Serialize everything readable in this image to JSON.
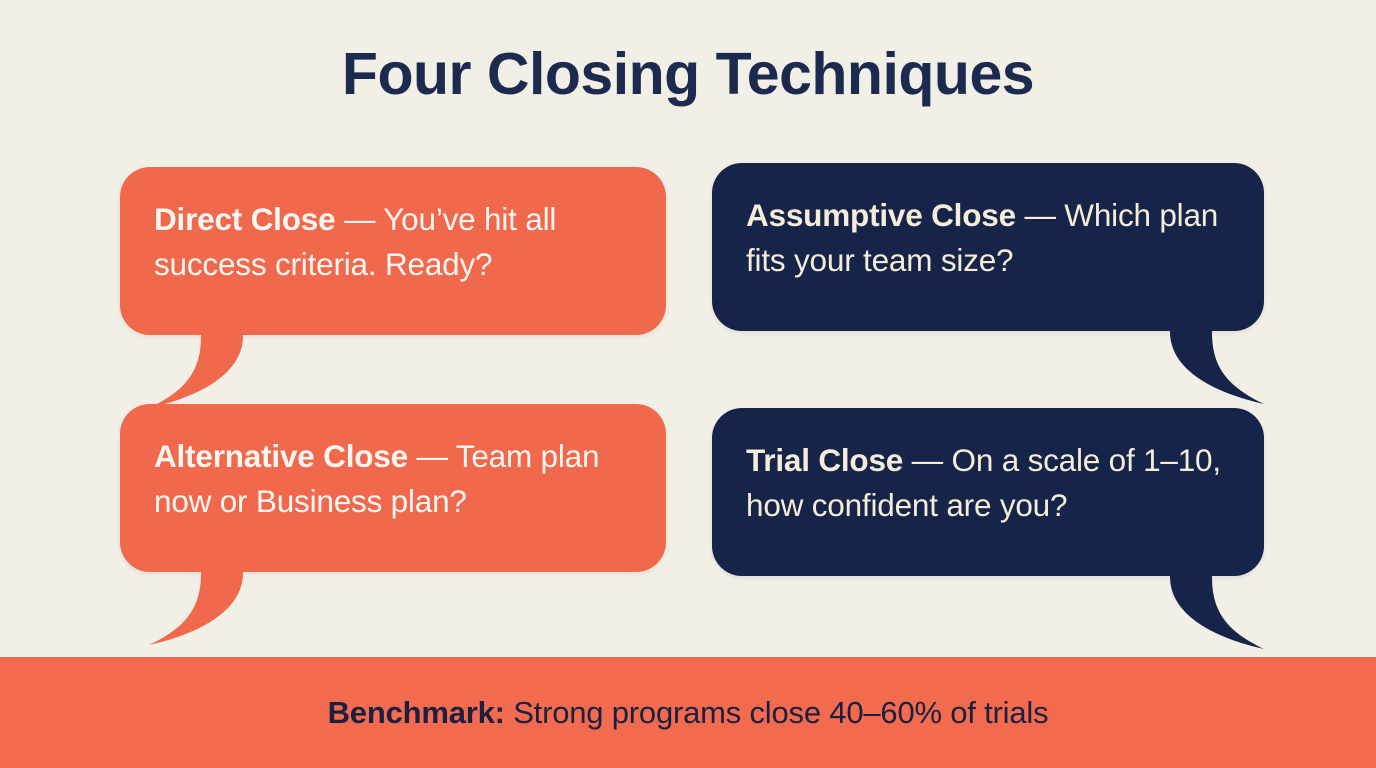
{
  "title": "Four Closing Techniques",
  "colors": {
    "background": "#F2EFE6",
    "coral": "#F0694C",
    "navy": "#17244A",
    "cream_text": "#F6EDD9",
    "white_text": "#FDF6F2",
    "footer_band": "#F26B4E",
    "title_text": "#1B2A4E",
    "footer_text": "#1B2040"
  },
  "bubbles": [
    {
      "term": "Direct Close",
      "dash": " — ",
      "body": "You’ve hit all success criteria. Ready?",
      "style": "coral",
      "tail": "bottom-left"
    },
    {
      "term": "Assumptive Close",
      "dash": " — ",
      "body": "Which plan fits your team size?",
      "style": "navy",
      "tail": "bottom-right"
    },
    {
      "term": "Alternative Close",
      "dash": " — ",
      "body": "Team plan now or Business plan?",
      "style": "coral",
      "tail": "bottom-left"
    },
    {
      "term": "Trial Close",
      "dash": " — ",
      "body": "On a scale of 1–10, how confident are you?",
      "style": "navy",
      "tail": "bottom-right"
    }
  ],
  "footer": {
    "lead": "Benchmark:",
    "text": " Strong programs close 40–60% of trials"
  }
}
